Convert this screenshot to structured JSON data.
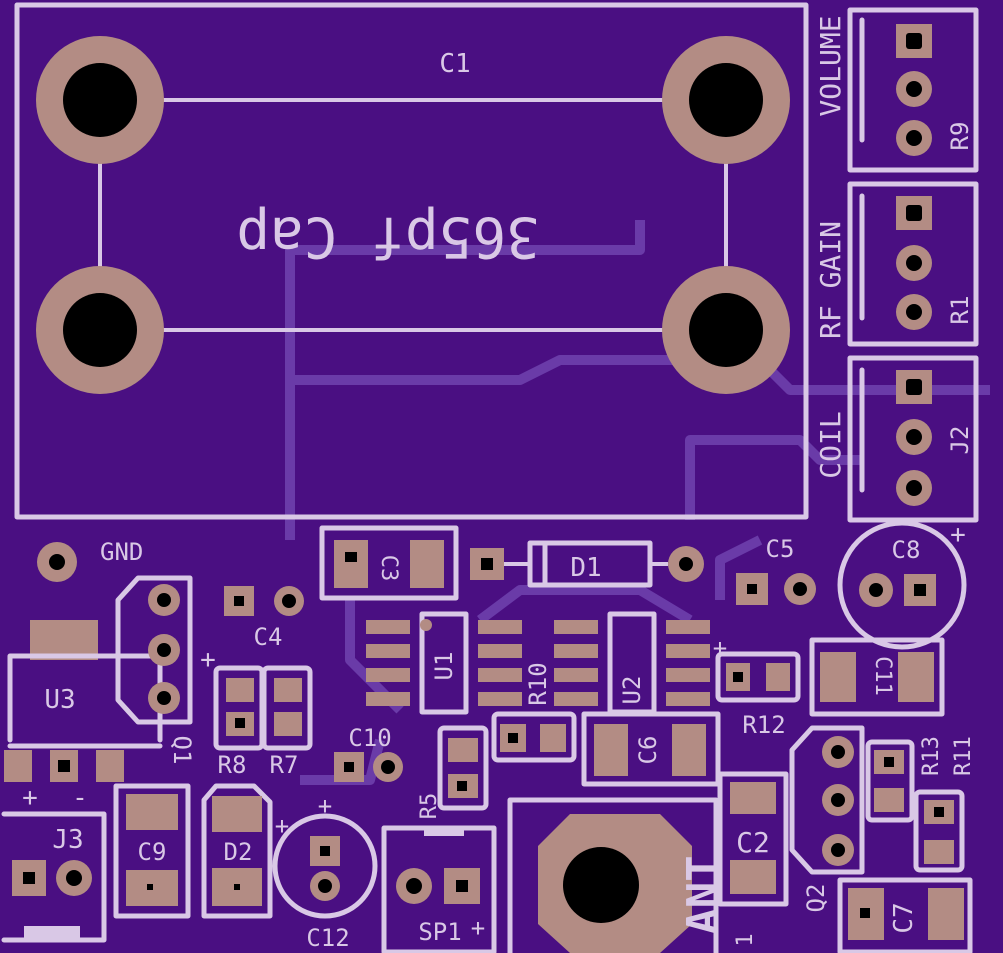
{
  "board": {
    "background": "#4a0f82",
    "silkscreen_color": "#d9c8e6",
    "pad_color": "#b38c84",
    "trace_color": "#6a3ba8"
  },
  "labels": {
    "c1": "C1",
    "cap_text": "365pf Cap",
    "volume": "VOLUME",
    "r9": "R9",
    "rf_gain": "RF GAIN",
    "r1": "R1",
    "coil": "COIL",
    "j2": "J2",
    "gnd": "GND",
    "c3": "C3",
    "d1": "D1",
    "c5": "C5",
    "c8": "C8",
    "c4": "C4",
    "u3": "U3",
    "q1": "Q1",
    "u1": "U1",
    "r10": "R10",
    "u2": "U2",
    "c11": "C11",
    "r12": "R12",
    "r8": "R8",
    "r7": "R7",
    "c10": "C10",
    "c6": "C6",
    "r13": "R13",
    "r11": "R11",
    "plus_minus": "+ -",
    "j3": "J3",
    "c9": "C9",
    "d2": "D2",
    "r5": "R5",
    "c2": "C2",
    "q2": "Q2",
    "c12": "C12",
    "sp1": "SP1",
    "ant": "ANT",
    "c7": "C7",
    "pin1": "1",
    "plus": "+",
    "minus": "-"
  }
}
